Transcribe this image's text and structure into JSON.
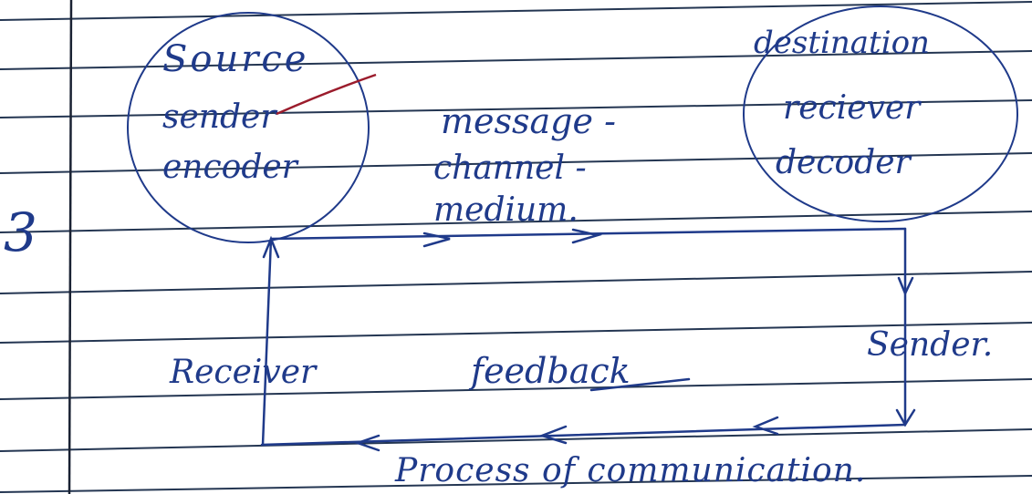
{
  "diagram": {
    "question_number": "3",
    "source_node": {
      "lines": [
        "Source",
        "sender",
        "encoder"
      ]
    },
    "destination_node": {
      "lines": [
        "destination",
        "reciever",
        "decoder"
      ]
    },
    "forward_labels": [
      "message -",
      "channel -",
      "medium."
    ],
    "left_label": "Receiver",
    "right_label": "Sender.",
    "feedback_label": "feedback",
    "caption": "Process of communication."
  },
  "colors": {
    "ink": "#1f3a8a",
    "red_ink": "#9b1c2c",
    "rule_line": "#243652",
    "paper": "#ffffff"
  }
}
